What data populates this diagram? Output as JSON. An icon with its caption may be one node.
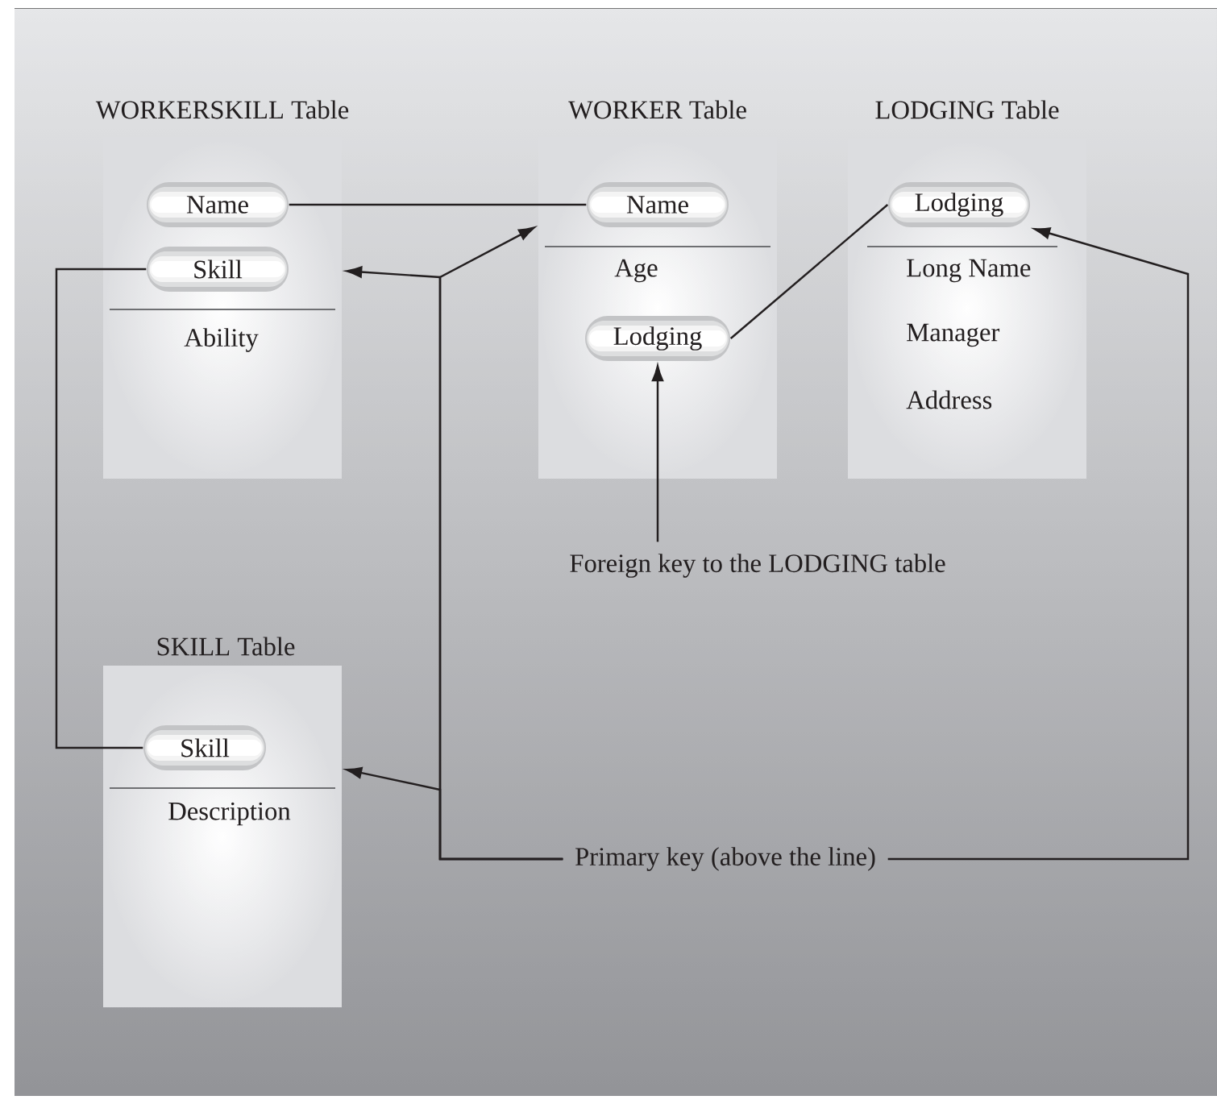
{
  "diagram": {
    "nodes": [
      {
        "text": [
          "WORKERSKILL Table",
          "Ability"
        ]
      },
      {
        "text": [
          "Name"
        ],
        "in": 0
      },
      {
        "text": [
          "Skill"
        ],
        "in": 0
      },
      {
        "text": [
          "WORKER Table",
          "Age"
        ]
      },
      {
        "text": [
          "Name"
        ],
        "in": 3
      },
      {
        "text": [
          "Lodging"
        ],
        "in": 3
      },
      {
        "text": [
          "LODGING Table",
          "Long Name",
          "Manager",
          "Address"
        ]
      },
      {
        "text": [
          "Lodging"
        ],
        "in": 6
      },
      {
        "text": [
          "Foreign key to the LODGING table"
        ]
      },
      {
        "text": [
          "SKILL Table",
          "Description"
        ]
      },
      {
        "text": [
          "Skill"
        ],
        "in": 9
      },
      {
        "text": [
          "Primary key (above the line)"
        ]
      }
    ],
    "edges": [
      {
        "from": 1,
        "to": 4,
        "arrow": "none"
      },
      {
        "from": 2,
        "to": 10,
        "arrow": "none"
      },
      {
        "from": 5,
        "to": 7,
        "arrow": "none"
      },
      {
        "from": 8,
        "to": 5,
        "arrow": "to"
      },
      {
        "from": 11,
        "to": 0,
        "arrow": "to"
      },
      {
        "from": 11,
        "to": 3,
        "arrow": "to"
      },
      {
        "from": 11,
        "to": 9,
        "arrow": "to"
      },
      {
        "from": 11,
        "to": 7,
        "arrow": "to"
      }
    ]
  }
}
